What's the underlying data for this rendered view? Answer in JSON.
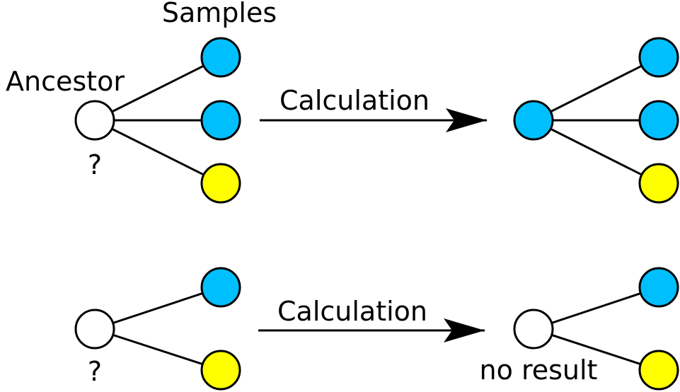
{
  "labels": {
    "samples": "Samples",
    "ancestor": "Ancestor",
    "calc_top": "Calculation",
    "calc_bottom": "Calculation",
    "unknown_top": "?",
    "unknown_bottom": "?",
    "no_result": "no result"
  },
  "colors": {
    "blue": "#00bfff",
    "yellow": "#ffff00",
    "empty": "#ffffff",
    "line": "#000000"
  },
  "top_row": {
    "input_ancestor": "empty",
    "input_samples": [
      "blue",
      "blue",
      "yellow"
    ],
    "output_ancestor": "blue",
    "output_samples": [
      "blue",
      "blue",
      "yellow"
    ]
  },
  "bottom_row": {
    "input_ancestor": "empty",
    "input_samples": [
      "blue",
      "yellow"
    ],
    "output_ancestor": "empty",
    "output_samples": [
      "blue",
      "yellow"
    ]
  }
}
